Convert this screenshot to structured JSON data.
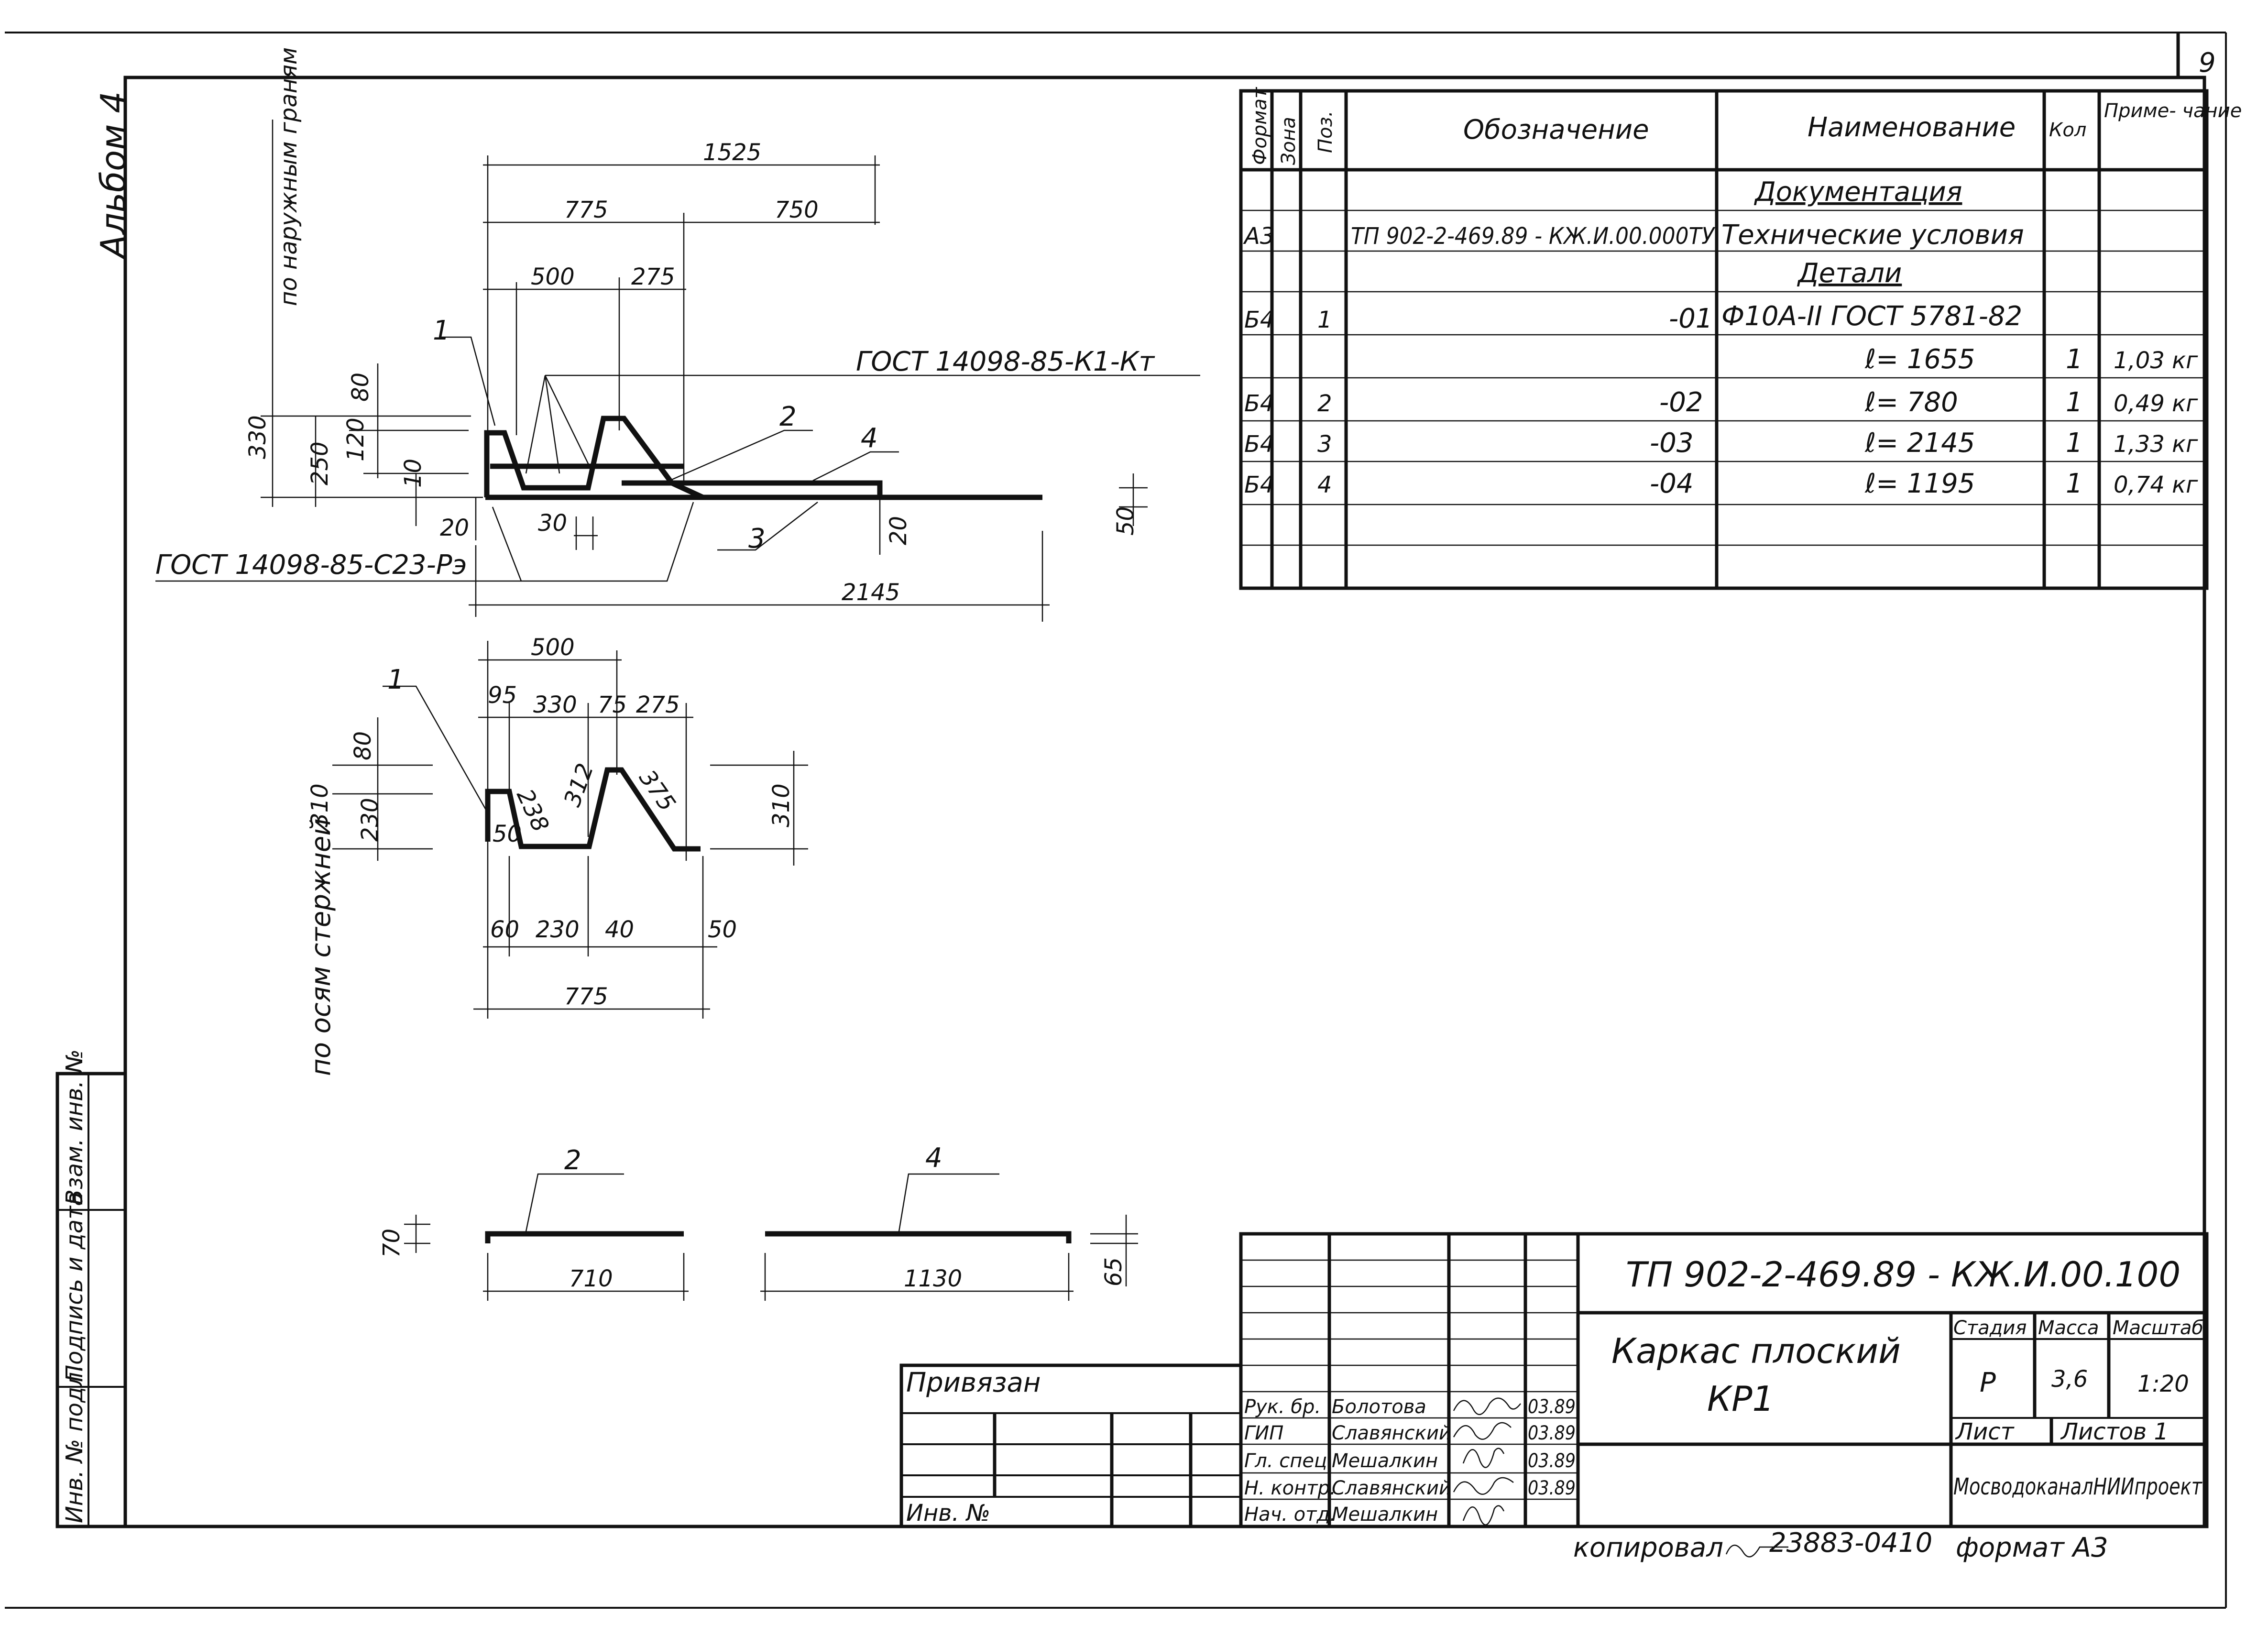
{
  "sheet": {
    "page_number": "9",
    "album": "Альбом 4",
    "copied": "копировал",
    "order_number": "23883-04",
    "sheet_index": "10",
    "format": "формат А3"
  },
  "drawing": {
    "note_outer_faces": "по наружным граням",
    "note_axes": "по осям стержней",
    "gost_kt": "ГОСТ 14098-85-К1-Кт",
    "gost_c23": "ГОСТ 14098-85-С23-Рэ",
    "dims_main": {
      "d1525": "1525",
      "d775a": "775",
      "d750": "750",
      "d500a": "500",
      "d275a": "275",
      "d80a": "80",
      "d330": "330",
      "d250": "250",
      "d120": "120",
      "d10": "10",
      "d20a": "20",
      "d30": "30",
      "d20b": "20",
      "d50a": "50",
      "d2145": "2145"
    },
    "dims_detail": {
      "d500": "500",
      "d95": "95",
      "d330": "330",
      "d75": "75",
      "d275": "275",
      "d80": "80",
      "d310a": "310",
      "d230a": "230",
      "d238": "238",
      "d312": "312",
      "d375": "375",
      "d50a": "50",
      "d310b": "310",
      "d60": "60",
      "d230b": "230",
      "d40": "40",
      "d50b": "50",
      "d775": "775"
    },
    "dims_bars": {
      "d70": "70",
      "d710": "710",
      "d1130": "1130",
      "d65": "65"
    },
    "positions": {
      "p1": "1",
      "p2": "2",
      "p3": "3",
      "p4": "4",
      "p1b": "1",
      "p2b": "2",
      "p4b": "4"
    }
  },
  "spec_table": {
    "headers": {
      "format": "Формат",
      "zone": "Зона",
      "pos": "Поз.",
      "designation": "Обозначение",
      "name": "Наименование",
      "qty": "Кол",
      "note": "Приме- чание"
    },
    "rows": [
      {
        "format": "",
        "zone": "",
        "pos": "",
        "designation": "",
        "name": "Документация",
        "qty": "",
        "note": ""
      },
      {
        "format": "А3",
        "zone": "",
        "pos": "",
        "designation": "ТП 902-2-469.89 - КЖ.И.00.000ТУ",
        "name": "Технические условия",
        "qty": "",
        "note": ""
      },
      {
        "format": "",
        "zone": "",
        "pos": "",
        "designation": "",
        "name": "Детали",
        "qty": "",
        "note": ""
      },
      {
        "format": "Б4",
        "zone": "",
        "pos": "1",
        "designation": "-01",
        "name": "Ф10А-II ГОСТ 5781-82",
        "qty": "",
        "note": ""
      },
      {
        "format": "",
        "zone": "",
        "pos": "",
        "designation": "",
        "name": "ℓ= 1655",
        "qty": "1",
        "note": "1,03 кг"
      },
      {
        "format": "Б4",
        "zone": "",
        "pos": "2",
        "designation": "-02",
        "name": "ℓ= 780",
        "qty": "1",
        "note": "0,49 кг"
      },
      {
        "format": "Б4",
        "zone": "",
        "pos": "3",
        "designation": "-03",
        "name": "ℓ= 2145",
        "qty": "1",
        "note": "1,33 кг"
      },
      {
        "format": "Б4",
        "zone": "",
        "pos": "4",
        "designation": "-04",
        "name": "ℓ= 1195",
        "qty": "1",
        "note": "0,74 кг"
      }
    ]
  },
  "title_block": {
    "code": "ТП 902-2-469.89 - КЖ.И.00.100",
    "title_line1": "Каркас плоский",
    "title_line2": "КР1",
    "stage_label": "Стадия",
    "stage": "Р",
    "mass_label": "Масса",
    "mass": "3,6",
    "scale_label": "Масштаб",
    "scale": "1:20",
    "sheet_label": "Лист",
    "sheets_label": "Листов 1",
    "org": "МосводоканалНИИпроект",
    "bound": "Привязан",
    "inv_no": "Инв. №",
    "staff": [
      {
        "role": "Рук. бр.",
        "name": "Болотова",
        "date": "03.89"
      },
      {
        "role": "ГИП",
        "name": "Славянский",
        "date": "03.89"
      },
      {
        "role": "Гл. спец.",
        "name": "Мешалкин",
        "date": "03.89"
      },
      {
        "role": "Н. контр.",
        "name": "Славянский",
        "date": "03.89"
      },
      {
        "role": "Нач. отд.",
        "name": "Мешалкин",
        "date": ""
      }
    ]
  },
  "side_stamp": {
    "inv_orig": "Инв. № подл.",
    "sign_date": "Подпись и дата",
    "replace_inv": "Взам. инв. №"
  }
}
